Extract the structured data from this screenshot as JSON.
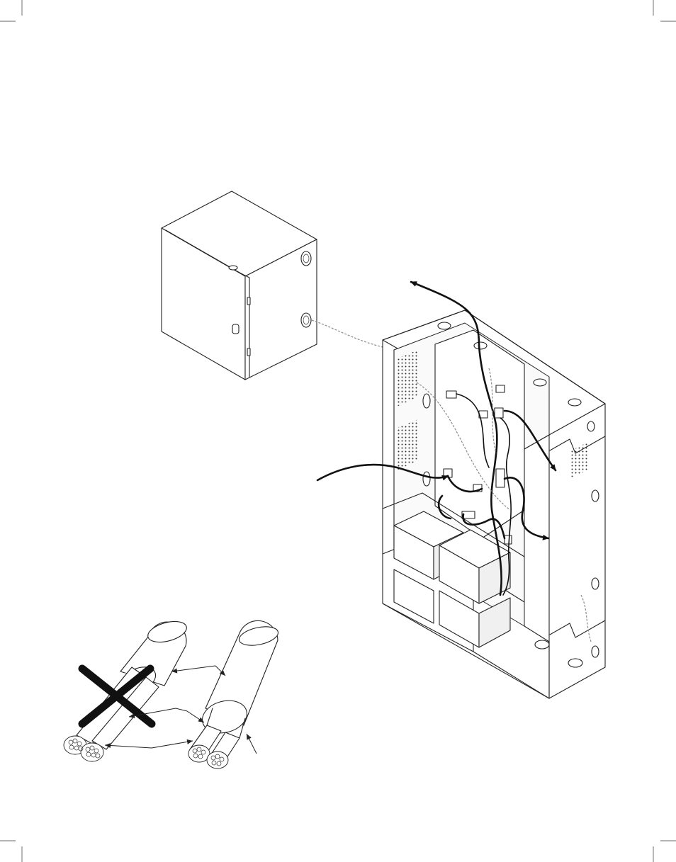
{
  "figure": {
    "description_label": "",
    "elements": {
      "small_enclosure": "small-enclosure",
      "power_supply_cabinet": "power-supply-cabinet",
      "battery_count": 4,
      "incorrect_cable_marked": true,
      "correct_cable_shown": true
    },
    "colors": {
      "ink": "#222222",
      "background": "#ffffff",
      "wire": "#111111",
      "fill": "#f4f4f4"
    }
  }
}
